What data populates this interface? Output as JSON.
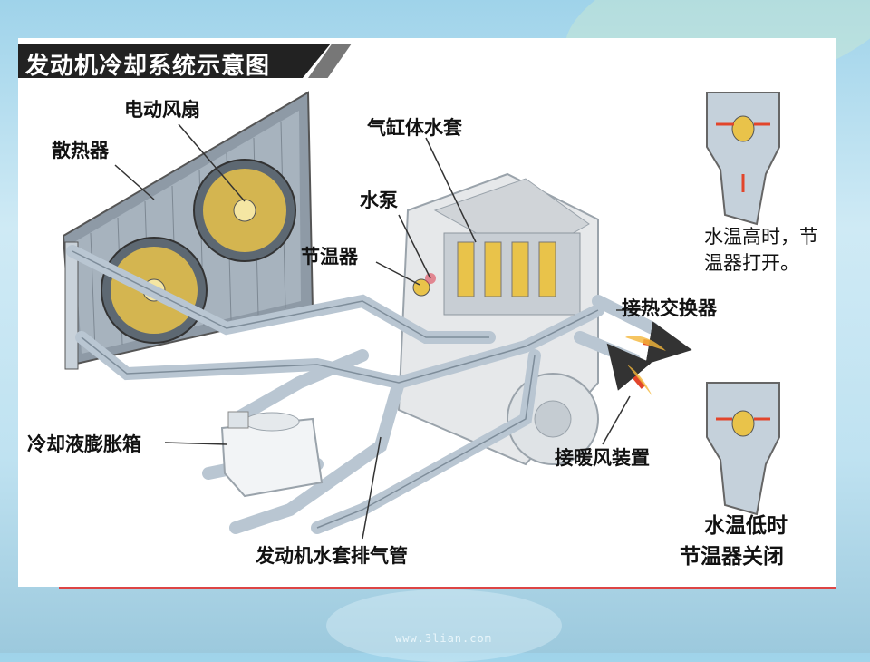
{
  "title": "发动机冷却系统示意图",
  "labels": {
    "fan": "电动风扇",
    "radiator": "散热器",
    "water_jacket": "气缸体水套",
    "pump": "水泵",
    "thermostat": "节温器",
    "heat_exchanger": "接热交换器",
    "expansion_tank": "冷却液膨胀箱",
    "heater": "接暖风装置",
    "vent_pipe": "发动机水套排气管",
    "high_temp_line1": "水温高时，节",
    "high_temp_line2": "温器打开。",
    "low_temp_line1": "水温低时",
    "low_temp_line2": "节温器关闭"
  },
  "watermark": "www.3lian.com",
  "colors": {
    "pipe": "#b9c6d2",
    "arrow": "#e2452b",
    "fan_blade": "#e9c34a",
    "engine": "#e6e8ea"
  }
}
